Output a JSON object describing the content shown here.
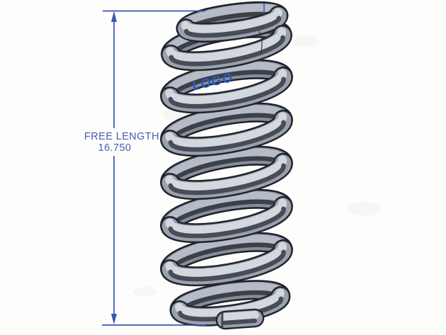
{
  "figure": {
    "type": "technical-illustration",
    "subject": "compression coil spring with free-length dimension",
    "logo_text": "LOGO",
    "dimension": {
      "label": "FREE LENGTH",
      "value": "16.750"
    }
  },
  "colors": {
    "background": "#fdfdfc",
    "dimension_line_blue": "#3b53b0",
    "dimension_text_blue": "#4a5ab0",
    "logo_blue": "#2a57c9",
    "spring_body_gray": "#9aa1ae",
    "spring_back_gray": "#868d9a",
    "spring_highlight": "#d3d8df",
    "spring_core_shadow": "#474c56",
    "spring_outline": "#22252b"
  }
}
